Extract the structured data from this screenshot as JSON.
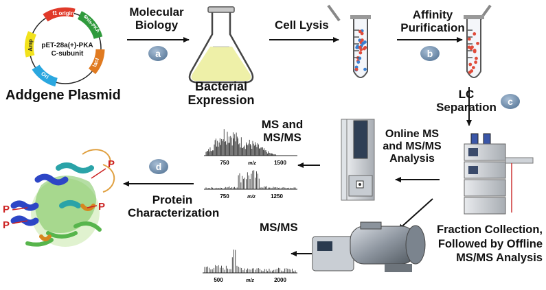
{
  "plasmid": {
    "name_line1": "pET-28a(+)-PKA",
    "name_line2": "C-subunit",
    "segments": [
      {
        "label": "f1 origin",
        "color": "#e03a2a"
      },
      {
        "label": "6His-PKA",
        "color": "#2f9a3c"
      },
      {
        "label": "lacI",
        "color": "#e07a20"
      },
      {
        "label": "Ori",
        "color": "#2aa7df"
      },
      {
        "label": "Amp",
        "color": "#f2e21c"
      }
    ],
    "caption": "Addgene Plasmid"
  },
  "steps": {
    "molecular_biology": {
      "line1": "Molecular",
      "line2": "Biology",
      "badge": "a"
    },
    "bacterial_expression": {
      "line1": "Bacterial",
      "line2": "Expression"
    },
    "cell_lysis": {
      "label": "Cell Lysis"
    },
    "affinity_purification": {
      "line1": "Affinity",
      "line2": "Purification",
      "badge": "b"
    },
    "lc_separation": {
      "line1": "LC",
      "line2": "Separation",
      "badge": "c"
    },
    "online_ms": {
      "line1": "Online MS",
      "line2": "and MS/MS",
      "line3": "Analysis"
    },
    "ms_and_msms": {
      "line1": "MS and",
      "line2": "MS/MS"
    },
    "fraction_collection": {
      "line1": "Fraction Collection,",
      "line2": "Followed by Offline",
      "line3": "MS/MS Analysis"
    },
    "msms": {
      "label": "MS/MS"
    },
    "protein_characterization": {
      "line1": "Protein",
      "line2": "Characterization",
      "badge": "d"
    }
  },
  "spectra": {
    "axis_label": "m/z",
    "top": {
      "ticks": [
        "750",
        "1500"
      ]
    },
    "middle": {
      "ticks": [
        "750",
        "1250"
      ]
    },
    "bottom": {
      "ticks": [
        "500",
        "2000"
      ]
    }
  },
  "phospho_label": "P",
  "colors": {
    "badge": "#6f8eae",
    "arrow": "#111111",
    "flask_liquid": "#eef0a8",
    "cell_blue": "#3a7fd0",
    "cell_red": "#e04b3a"
  }
}
